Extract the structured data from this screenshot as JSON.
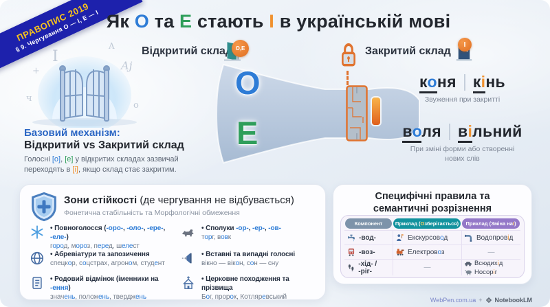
{
  "ribbon": {
    "line1": "ПРАВОПИС 2019",
    "line2": "§ 9. Чергування О — І, Е — І"
  },
  "title": {
    "segments": [
      {
        "t": "Як "
      },
      {
        "t": "О",
        "c": "blue"
      },
      {
        "t": " та "
      },
      {
        "t": "Е",
        "c": "green"
      },
      {
        "t": " стають "
      },
      {
        "t": "І",
        "c": "orange"
      },
      {
        "t": " в українській мові"
      }
    ]
  },
  "syllables": {
    "open_label": "Відкритий склад",
    "open_badge": "О,Е",
    "closed_label": "Закритий склад",
    "closed_badge": "І"
  },
  "funnel": {
    "letter_o": "О",
    "letter_e": "Е"
  },
  "examples": [
    {
      "open": [
        {
          "t": "к",
          "u": true
        },
        {
          "t": "о",
          "c": "blue",
          "u": true
        },
        {
          "t": "ня"
        }
      ],
      "closed": [
        {
          "t": "к",
          "u": true
        },
        {
          "t": "і",
          "c": "orange",
          "u": true
        },
        {
          "t": "нь"
        }
      ],
      "note": "Звуження при закритті"
    },
    {
      "open": [
        {
          "t": "в",
          "u": true
        },
        {
          "t": "о",
          "c": "blue",
          "u": true
        },
        {
          "t": "ля"
        }
      ],
      "closed": [
        {
          "t": "в",
          "u": true
        },
        {
          "t": "і",
          "c": "orange",
          "u": true
        },
        {
          "t": "льний"
        }
      ],
      "note": "При зміні форми або створенні нових слів"
    }
  ],
  "mechanism": {
    "heading_blue": "Базовий механізм:",
    "heading_dark": "Відкритий vs Закритий склад",
    "body": [
      {
        "t": "Голосні "
      },
      {
        "t": "[о]",
        "c": "blue"
      },
      {
        "t": ", "
      },
      {
        "t": "[е]",
        "c": "green"
      },
      {
        "t": " у відкритих складах зазвичай переходять в "
      },
      {
        "t": "[і]",
        "c": "orange"
      },
      {
        "t": ", якщо склад стає закритим."
      }
    ]
  },
  "stability": {
    "title_bold": "Зони стійкості",
    "title_rest": " (де чергування не відбувається)",
    "subtitle": "Фонетична стабільність та Морфологічні обмеження",
    "items": [
      {
        "icon": "snowflake",
        "title": [
          {
            "t": "Повноголосся ("
          },
          {
            "t": "-оро-",
            "c": "blue"
          },
          {
            "t": ", "
          },
          {
            "t": "-оло-",
            "c": "blue"
          },
          {
            "t": ", "
          },
          {
            "t": "-ере-",
            "c": "blue"
          },
          {
            "t": ", "
          },
          {
            "t": "-еле-",
            "c": "blue"
          },
          {
            "t": ")"
          }
        ],
        "example": [
          {
            "t": "г"
          },
          {
            "t": "оро",
            "c": "blue"
          },
          {
            "t": "д, м"
          },
          {
            "t": "оро",
            "c": "blue"
          },
          {
            "t": "з, п"
          },
          {
            "t": "ере",
            "c": "blue"
          },
          {
            "t": "д, ш"
          },
          {
            "t": "еле",
            "c": "blue"
          },
          {
            "t": "ст"
          }
        ]
      },
      {
        "icon": "globe",
        "title": [
          {
            "t": "Абревіатури та запозичення"
          }
        ],
        "example": [
          {
            "t": "спецк"
          },
          {
            "t": "о",
            "c": "blue"
          },
          {
            "t": "р, с"
          },
          {
            "t": "о",
            "c": "blue"
          },
          {
            "t": "цстрах, агрон"
          },
          {
            "t": "о",
            "c": "blue"
          },
          {
            "t": "м, студ"
          },
          {
            "t": "е",
            "c": "blue"
          },
          {
            "t": "нт"
          }
        ]
      },
      {
        "icon": "scroll",
        "title": [
          {
            "t": "Родовий відмінок (іменники на "
          },
          {
            "t": "-ення",
            "c": "blue"
          },
          {
            "t": ")"
          }
        ],
        "example": [
          {
            "t": "знач"
          },
          {
            "t": "ень",
            "c": "blue"
          },
          {
            "t": ", полож"
          },
          {
            "t": "ень",
            "c": "blue"
          },
          {
            "t": ", твердж"
          },
          {
            "t": "ень",
            "c": "blue"
          }
        ]
      },
      {
        "icon": "wolf",
        "title": [
          {
            "t": "Сполуки "
          },
          {
            "t": "-ор-",
            "c": "blue"
          },
          {
            "t": ", "
          },
          {
            "t": "-ер-",
            "c": "blue"
          },
          {
            "t": ", "
          },
          {
            "t": "-ов-",
            "c": "blue"
          }
        ],
        "example": [
          {
            "t": "т"
          },
          {
            "t": "ор",
            "c": "blue"
          },
          {
            "t": "г, в"
          },
          {
            "t": "ов",
            "c": "blue"
          },
          {
            "t": "к"
          }
        ]
      },
      {
        "icon": "speaker",
        "title": [
          {
            "t": "Вставні та випадні голосні"
          }
        ],
        "example": [
          {
            "t": "вікно — вік"
          },
          {
            "t": "о",
            "c": "blue"
          },
          {
            "t": "н, с"
          },
          {
            "t": "о",
            "c": "blue"
          },
          {
            "t": "н — сну"
          }
        ]
      },
      {
        "icon": "church",
        "title": [
          {
            "t": "Церковне походження та прізвища"
          }
        ],
        "example": [
          {
            "t": "Б"
          },
          {
            "t": "о",
            "c": "blue"
          },
          {
            "t": "г, прор"
          },
          {
            "t": "о",
            "c": "blue"
          },
          {
            "t": "к, Котляр"
          },
          {
            "t": "е",
            "c": "blue"
          },
          {
            "t": "вський"
          }
        ]
      }
    ]
  },
  "rules": {
    "title_line1": "Специфічні правила та",
    "title_line2": "семантичні розрізнення",
    "headers": [
      {
        "segments": [
          {
            "t": "Компонент"
          }
        ]
      },
      {
        "segments": [
          {
            "t": "Приклад ("
          },
          {
            "t": "О",
            "c": "gold"
          },
          {
            "t": " зберігається)"
          }
        ]
      },
      {
        "segments": [
          {
            "t": "Приклад (Зміна на "
          },
          {
            "t": "І",
            "c": "gold"
          },
          {
            "t": ")"
          }
        ]
      }
    ],
    "rows": [
      {
        "icon": "faucet",
        "component": "-вод-",
        "keep_icon": "guide",
        "keep": [
          {
            "t": "Екскурсов"
          },
          {
            "t": "о",
            "c": "blue"
          },
          {
            "t": "д"
          }
        ],
        "change_icon": "pipe",
        "change": [
          {
            "t": "Водопров"
          },
          {
            "t": "і",
            "c": "orange"
          },
          {
            "t": "д"
          }
        ]
      },
      {
        "icon": "train",
        "component": "-воз-",
        "keep_icon": "locomotive",
        "keep": [
          {
            "t": "Електров"
          },
          {
            "t": "о",
            "c": "blue"
          },
          {
            "t": "з"
          }
        ],
        "change_dash": "—"
      },
      {
        "icon": "footprints",
        "component": "-хід- / -ріг-",
        "keep_dash": "—",
        "changes": [
          {
            "icon": "atv",
            "word": [
              {
                "t": "Всюдих"
              },
              {
                "t": "і",
                "c": "orange"
              },
              {
                "t": "д"
              }
            ]
          },
          {
            "icon": "rhino",
            "word": [
              {
                "t": "Носор"
              },
              {
                "t": "і",
                "c": "orange"
              },
              {
                "t": "г"
              }
            ]
          }
        ]
      }
    ]
  },
  "decor": {
    "letters": [
      "І",
      "Aj",
      "о",
      "+",
      "A",
      "ч"
    ]
  },
  "footer": {
    "site": "WebPen.com.ua",
    "plus": "+",
    "brand": "NotebookLM"
  }
}
